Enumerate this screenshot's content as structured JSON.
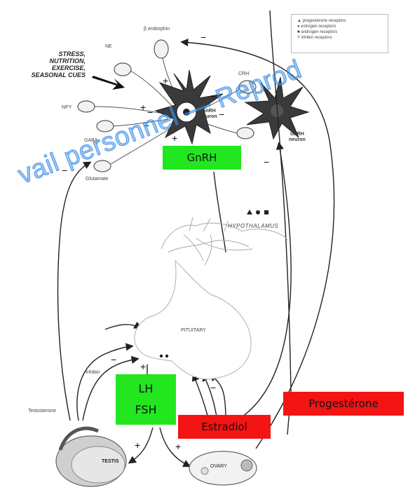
{
  "legend": {
    "items": [
      "progesterone receptors",
      "estrogen receptors",
      "androgen receptors",
      "inhibin receptors"
    ],
    "symbols": [
      "▲",
      "●",
      "■",
      "Y"
    ]
  },
  "stress_cues": [
    "STRESS,",
    "NUTRITION,",
    "EXERCISE,",
    "SEASONAL CUES"
  ],
  "inputs": {
    "beta_endorphin": "β endorphin",
    "ne": "NE",
    "npy": "NPY",
    "gaba": "GABA",
    "glutamate": "Glutamate",
    "crh": "CRH"
  },
  "gnrh_neuron_label": [
    "GnRH",
    "neuron"
  ],
  "gnrh_neuron_right_label": [
    "GnRH",
    "neuron"
  ],
  "hypothalamus": "HYPOTHALAMUS",
  "pituitary": "PITUITARY",
  "inhibin": "Inhibin",
  "testosterone": "Testosterone",
  "testis": "TESTIS",
  "ovary": "OVARY",
  "boxes": {
    "gnrh": "GnRH",
    "lh": "LH",
    "fsh": "FSH",
    "estradiol": "Estradiol",
    "progesterone": "Progestérone"
  },
  "watermark": "vail personnel — Reprod",
  "signs": {
    "plus": "+",
    "minus": "−"
  },
  "colors": {
    "hormone_green": "#22e61e",
    "steroid_red": "#f41414",
    "watermark_blue": "#46a0f0"
  }
}
